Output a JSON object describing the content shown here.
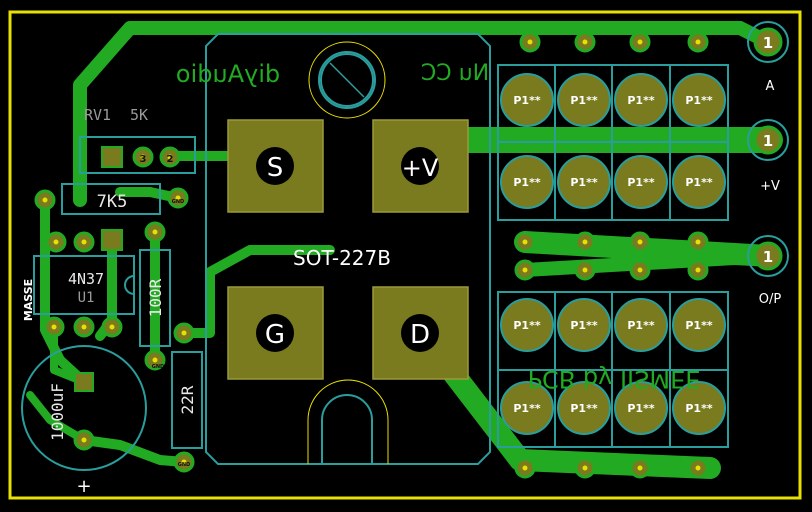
{
  "board": {
    "pads": {
      "source": "S",
      "drain_plus": "+V",
      "gate": "G",
      "drain": "D"
    },
    "package_label": "SOT-227B",
    "silk_text": {
      "diyaudio_mirrored": "diyAudio",
      "nucc_mirrored": "Nu CC",
      "pcb_by": "PCB by IISMEE",
      "rv1": "RV1",
      "rv1_value": "5K",
      "r_7k5": "7K5",
      "ic": "4N37",
      "ic_ref": "U1",
      "r_100": "100R",
      "r_22": "22R",
      "cap": "1000uF",
      "masse": "MASSE",
      "cap_plus": "+",
      "gnd": "GND",
      "out_a": "A",
      "out_v": "+V",
      "out_op": "O/P",
      "led_label": "P1**"
    },
    "pin_labels": {
      "one": "1",
      "two": "2",
      "three": "3"
    },
    "colors": {
      "copper": "#22aa22",
      "pad": "#7a7a1e",
      "outline": "#e8e000",
      "silk_cyan": "#2a9d9d",
      "background": "#000000"
    }
  }
}
